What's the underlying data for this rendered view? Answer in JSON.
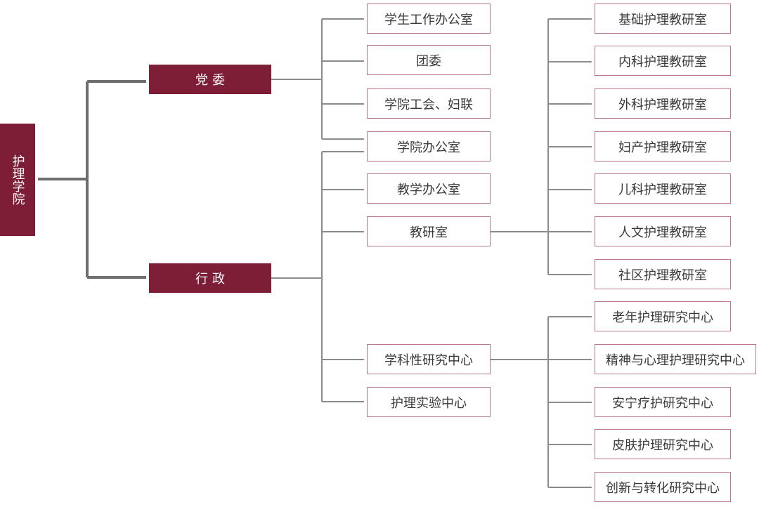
{
  "colors": {
    "accent": "#7d1d36",
    "box_border": "#b77a86",
    "connector": "#8c8c8c",
    "trunk": "#6e6e6e"
  },
  "root": {
    "label": "护理学院"
  },
  "branches": {
    "party": {
      "label": "党委"
    },
    "admin": {
      "label": "行政"
    }
  },
  "party_units": [
    "学生工作办公室",
    "团委",
    "学院工会、妇联"
  ],
  "admin_units": [
    "学院办公室",
    "教学办公室",
    "教研室",
    "学科性研究中心",
    "护理实验中心"
  ],
  "teaching_sections": [
    "基础护理教研室",
    "内科护理教研室",
    "外科护理教研室",
    "妇产护理教研室",
    "儿科护理教研室",
    "人文护理教研室",
    "社区护理教研室"
  ],
  "research_centers": [
    "老年护理研究中心",
    "精神与心理护理研究中心",
    "安宁疗护研究中心",
    "皮肤护理研究中心",
    "创新与转化研究中心"
  ]
}
